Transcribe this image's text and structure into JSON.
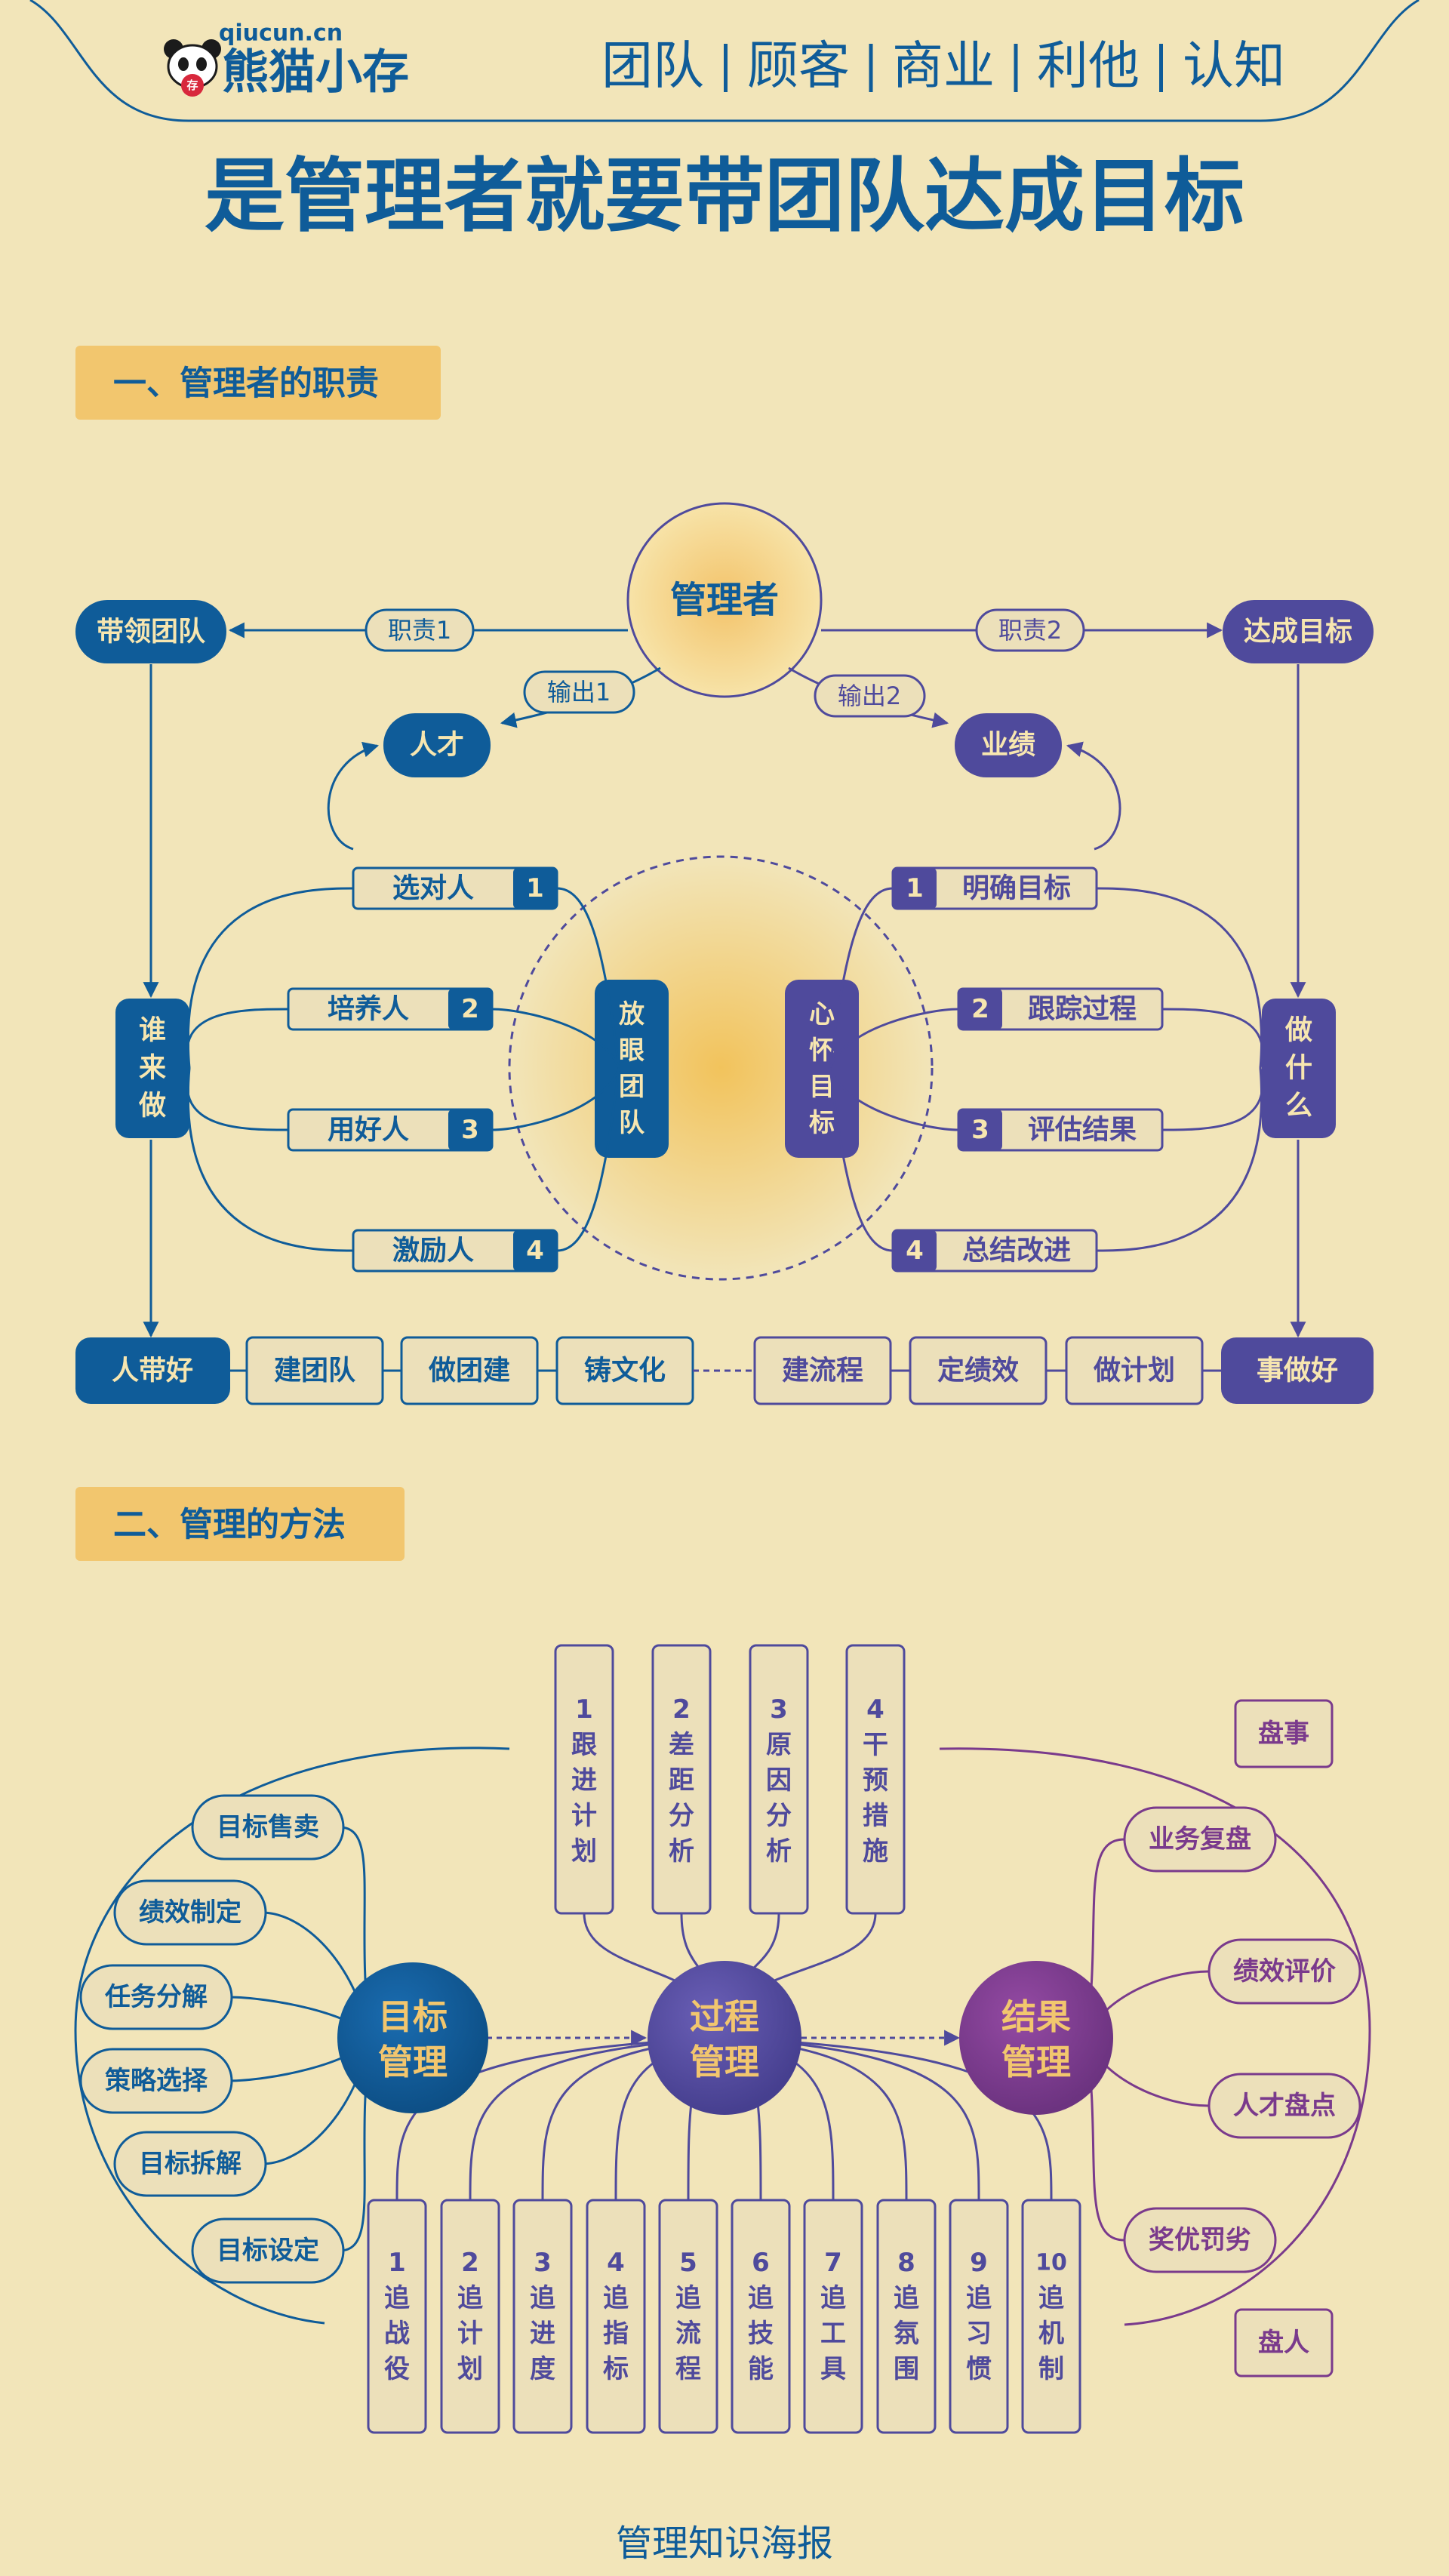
{
  "header": {
    "brand_domain": "qiucun.cn",
    "brand_name": "熊猫小存",
    "nav": [
      "团队",
      "顾客",
      "商业",
      "利他",
      "认知"
    ]
  },
  "title": "是管理者就要带团队达成目标",
  "colors": {
    "background": "#f2e5b9",
    "blue": "#0f5c99",
    "purple": "#4f4a9c",
    "magenta": "#7a3a8c",
    "gold": "#f2c66e",
    "cream": "#ece0ba",
    "text_blue": "#1a5c94"
  },
  "section1": {
    "heading": "一、管理者的职责",
    "center": "管理者",
    "duty1": "职责1",
    "duty2": "职责2",
    "output1": "输出1",
    "output2": "输出2",
    "lead_team": "带领团队",
    "achieve_goal": "达成目标",
    "talent": "人才",
    "performance": "业绩",
    "who": [
      "谁",
      "来",
      "做"
    ],
    "what": [
      "做",
      "什",
      "么"
    ],
    "focus_team": [
      "放",
      "眼",
      "团",
      "队"
    ],
    "focus_goal": [
      "心",
      "怀",
      "目",
      "标"
    ],
    "people_steps": [
      {
        "num": "1",
        "label": "选对人"
      },
      {
        "num": "2",
        "label": "培养人"
      },
      {
        "num": "3",
        "label": "用好人"
      },
      {
        "num": "4",
        "label": "激励人"
      }
    ],
    "goal_steps": [
      {
        "num": "1",
        "label": "明确目标"
      },
      {
        "num": "2",
        "label": "跟踪过程"
      },
      {
        "num": "3",
        "label": "评估结果"
      },
      {
        "num": "4",
        "label": "总结改进"
      }
    ],
    "bottom_left": "人带好",
    "bottom_right": "事做好",
    "bottom_items": [
      "建团队",
      "做团建",
      "铸文化",
      "建流程",
      "定绩效",
      "做计划"
    ]
  },
  "section2": {
    "heading": "二、管理的方法",
    "goal_mgmt": [
      "目标",
      "管理"
    ],
    "process_mgmt": [
      "过程",
      "管理"
    ],
    "result_mgmt": [
      "结果",
      "管理"
    ],
    "goal_items": [
      "目标售卖",
      "绩效制定",
      "任务分解",
      "策略选择",
      "目标拆解",
      "目标设定"
    ],
    "top_cards": [
      {
        "num": "1",
        "text": "跟进计划"
      },
      {
        "num": "2",
        "text": "差距分析"
      },
      {
        "num": "3",
        "text": "原因分析"
      },
      {
        "num": "4",
        "text": "干预措施"
      }
    ],
    "bottom_cards": [
      {
        "num": "1",
        "text": "追战役"
      },
      {
        "num": "2",
        "text": "追计划"
      },
      {
        "num": "3",
        "text": "追进度"
      },
      {
        "num": "4",
        "text": "追指标"
      },
      {
        "num": "5",
        "text": "追流程"
      },
      {
        "num": "6",
        "text": "追技能"
      },
      {
        "num": "7",
        "text": "追工具"
      },
      {
        "num": "8",
        "text": "追氛围"
      },
      {
        "num": "9",
        "text": "追习惯"
      },
      {
        "num": "10",
        "text": "追机制"
      }
    ],
    "result_items": [
      "业务复盘",
      "绩效评价",
      "人才盘点",
      "奖优罚劣"
    ],
    "pan_shi": "盘事",
    "pan_ren": "盘人"
  },
  "footer": "管理知识海报"
}
